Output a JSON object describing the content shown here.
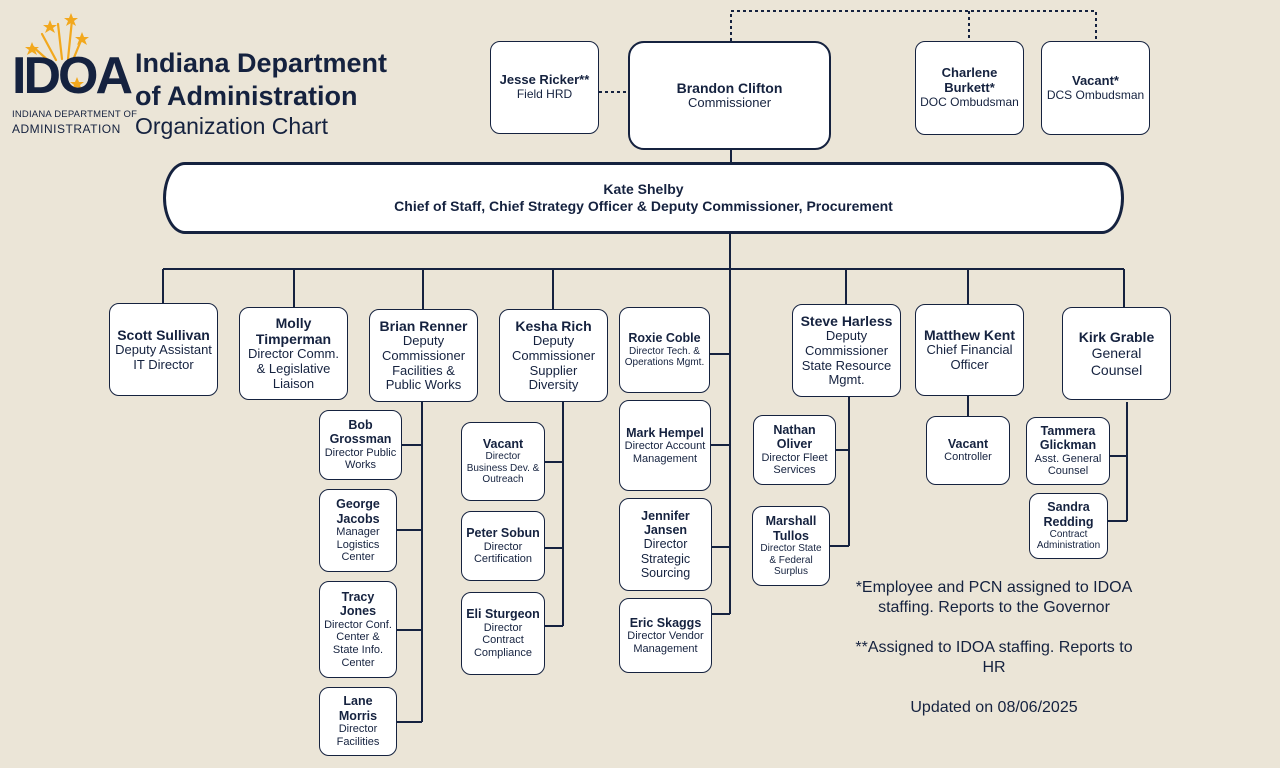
{
  "branding": {
    "logo_text": "IDOA",
    "logo_sub_line1": "INDIANA DEPARTMENT OF",
    "logo_sub_line2": "ADMINISTRATION",
    "title_line1": "Indiana Department",
    "title_line2": "of Administration",
    "subtitle": "Organization Chart",
    "colors": {
      "navy": "#15223f",
      "gold": "#f2a81d",
      "background": "#ebe5d7"
    }
  },
  "top": {
    "jesse": {
      "name": "Jesse Ricker**",
      "title": "Field HRD"
    },
    "brandon": {
      "name": "Brandon Clifton",
      "title": "Commissioner"
    },
    "charlene": {
      "name": "Charlene Burkett*",
      "title": "DOC Ombudsman"
    },
    "vacant_dcs": {
      "name": "Vacant*",
      "title": "DCS Ombudsman"
    }
  },
  "chief": {
    "name": "Kate Shelby",
    "title": "Chief of Staff, Chief Strategy Officer & Deputy Commissioner, Procurement"
  },
  "deputies": {
    "scott": {
      "name": "Scott Sullivan",
      "title": "Deputy Assistant IT Director"
    },
    "molly": {
      "name": "Molly Timperman",
      "title": "Director Comm. & Legislative Liaison"
    },
    "brian": {
      "name": "Brian Renner",
      "title": "Deputy Commissioner Facilities & Public Works"
    },
    "kesha": {
      "name": "Kesha Rich",
      "title": "Deputy Commissioner Supplier Diversity"
    },
    "roxie": {
      "name": "Roxie Coble",
      "title": "Director Tech. & Operations Mgmt."
    },
    "steve": {
      "name": "Steve Harless",
      "title": "Deputy Commissioner State Resource Mgmt."
    },
    "matthew": {
      "name": "Matthew Kent",
      "title": "Chief Financial Officer"
    },
    "kirk": {
      "name": "Kirk Grable",
      "title": "General Counsel"
    }
  },
  "reports": {
    "bob": {
      "name": "Bob Grossman",
      "title": "Director Public Works"
    },
    "george": {
      "name": "George Jacobs",
      "title": "Manager Logistics Center"
    },
    "tracy": {
      "name": "Tracy Jones",
      "title": "Director Conf. Center & State Info. Center"
    },
    "lane": {
      "name": "Lane Morris",
      "title": "Director Facilities"
    },
    "vacant_bd": {
      "name": "Vacant",
      "title": "Director Business Dev. & Outreach"
    },
    "peter": {
      "name": "Peter Sobun",
      "title": "Director Certification"
    },
    "eli": {
      "name": "Eli Sturgeon",
      "title": "Director Contract Compliance"
    },
    "mark": {
      "name": "Mark Hempel",
      "title": "Director Account Management"
    },
    "jennifer": {
      "name": "Jennifer Jansen",
      "title": "Director Strategic Sourcing"
    },
    "eric": {
      "name": "Eric Skaggs",
      "title": "Director Vendor Management"
    },
    "nathan": {
      "name": "Nathan Oliver",
      "title": "Director  Fleet Services"
    },
    "marshall": {
      "name": "Marshall Tullos",
      "title": "Director State & Federal Surplus"
    },
    "vacant_ctrl": {
      "name": "Vacant",
      "title": "Controller"
    },
    "tammera": {
      "name": "Tammera Glickman",
      "title": "Asst. General Counsel"
    },
    "sandra": {
      "name": "Sandra Redding",
      "title": "Contract Administration"
    }
  },
  "notes": {
    "note1": "*Employee and PCN assigned to IDOA staffing. Reports to the Governor",
    "note2": "**Assigned to IDOA staffing. Reports to HR",
    "updated": "Updated on 08/06/2025"
  }
}
